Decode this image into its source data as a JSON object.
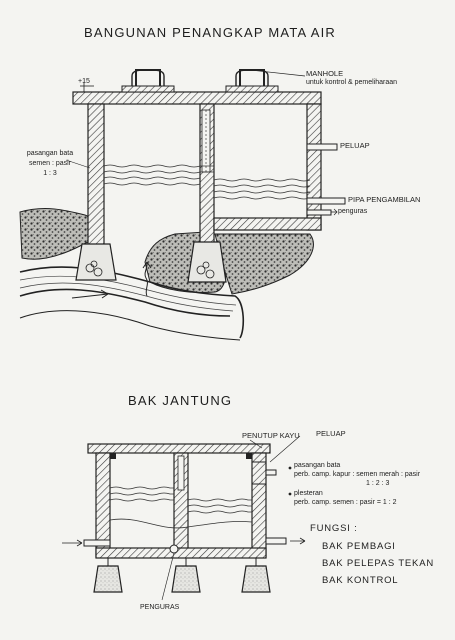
{
  "title_top": "BANGUNAN PENANGKAP MATA AIR",
  "title_bottom": "BAK JANTUNG",
  "top_labels": {
    "thickness": "+15",
    "manhole_1": "MANHOLE",
    "manhole_2": "untuk kontrol & pemeliharaan",
    "masonry_1": "pasangan bata",
    "masonry_2": "semen : pasir",
    "masonry_3": "1 : 3",
    "overflow": "PELUAP",
    "intake_pipe": "PIPA PENGAMBILAN",
    "drain": "penguras"
  },
  "bottom_labels": {
    "cover": "PENUTUP KAYU",
    "overflow": "PELUAP",
    "masonry_1": "pasangan bata",
    "masonry_2": "perb. camp. kapur : semen merah : pasir",
    "masonry_3": "1 : 2 : 3",
    "plaster_1": "plesteran",
    "plaster_2": "perb. camp. semen : pasir = 1 : 2",
    "drain": "PENGURAS"
  },
  "functions": {
    "heading": "FUNGSI :",
    "items": [
      "BAK PEMBAGI",
      "BAK PELEPAS TEKAN",
      "BAK KONTROL"
    ]
  },
  "colors": {
    "paper": "#f4f4f1",
    "ink": "#1e1e1e",
    "hatch": "#3a3a3a"
  }
}
